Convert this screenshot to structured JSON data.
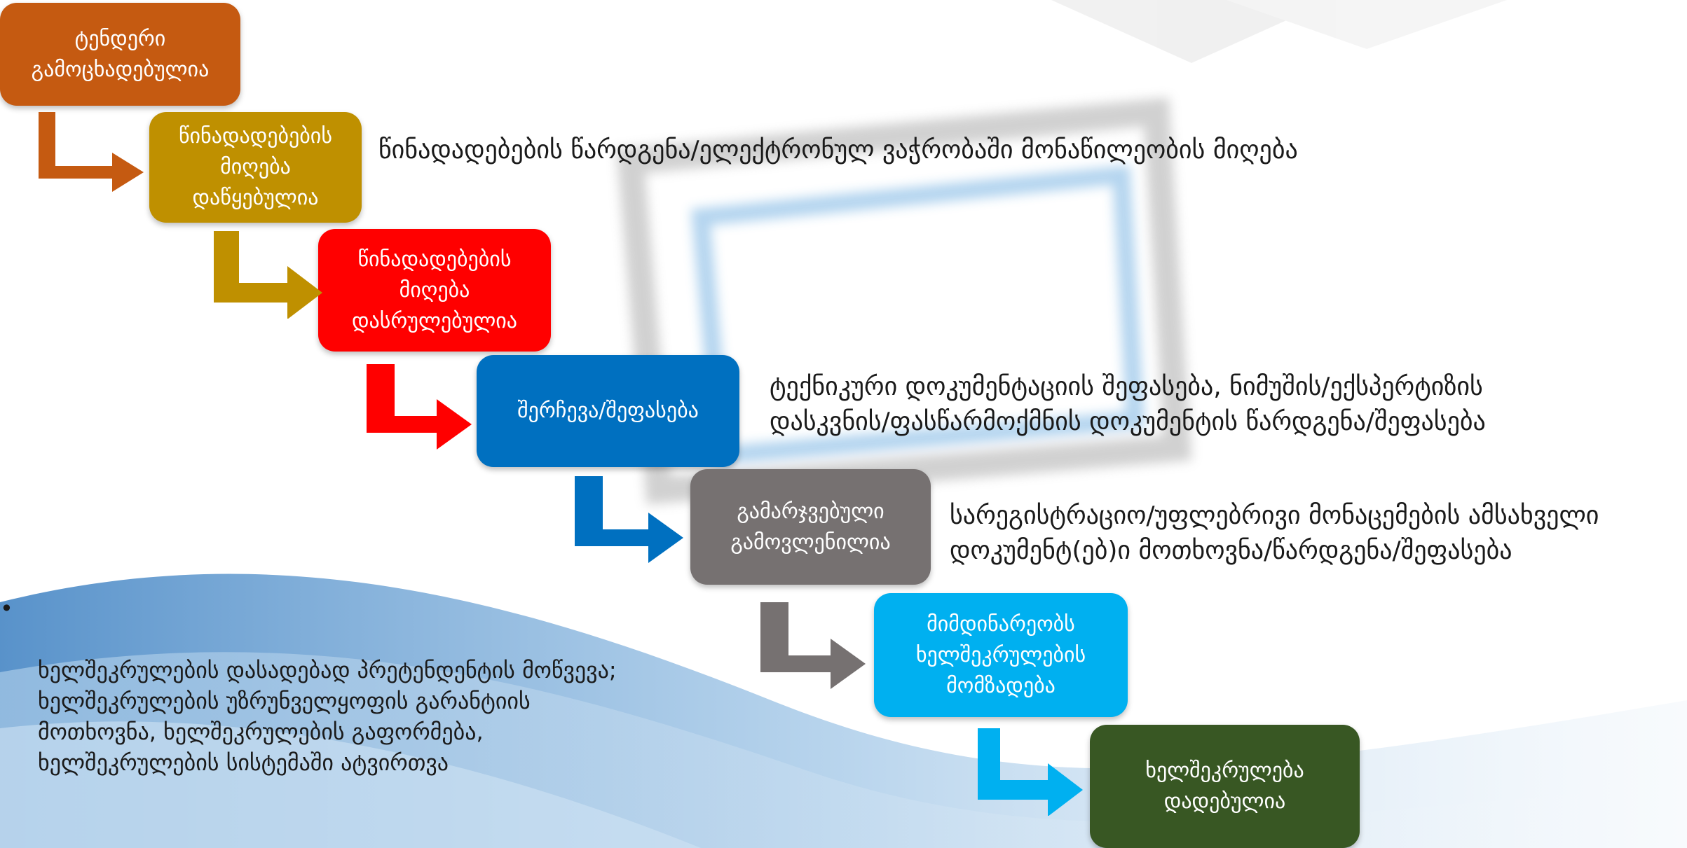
{
  "steps": [
    {
      "label": "ტენდერი\nგამოცხადებულია",
      "color": "#c55a11"
    },
    {
      "label": "წინადადებების\nმიღება\nდაწყებულია",
      "color": "#bf9000"
    },
    {
      "label": "წინადადებების\nმიღება\nდასრულებულია",
      "color": "#ff0000"
    },
    {
      "label": "შერჩევა/შეფასება",
      "color": "#0070c0"
    },
    {
      "label": "გამარჯვებული\nგამოვლენილია",
      "color": "#767171"
    },
    {
      "label": "მიმდინარეობს\nხელშეკრულების\nმომზადება",
      "color": "#00b0f0"
    },
    {
      "label": "ხელშეკრულება\nდადებულია",
      "color": "#385723"
    }
  ],
  "descriptions": {
    "submission": "წინადადებების წარდგენა/ელექტრონულ ვაჭრობაში მონაწილეობის მიღება",
    "evaluation": "ტექნიკური დოკუმენტაციის შეფასება, ნიმუშის/ექსპერტიზის\nდასკვნის/ფასწარმოქმნის დოკუმენტის წარდგენა/შეფასება",
    "winner": "სარეგისტრაციო/უფლებრივი მონაცემების ამსახველი\nდოკუმენტ(ებ)ი მოთხოვნა/წარდგენა/შეფასება"
  },
  "bullets": [
    "ხელშეკრულების დასადებად პრეტენდენტის მოწვევა;\nხელშეკრულების უზრუნველყოფის გარანტიის\nმოთხოვნა, ხელშეკრულების გაფორმება,\nხელშეკრულების სისტემაში ატვირთვა"
  ],
  "bullet_marker": "•"
}
